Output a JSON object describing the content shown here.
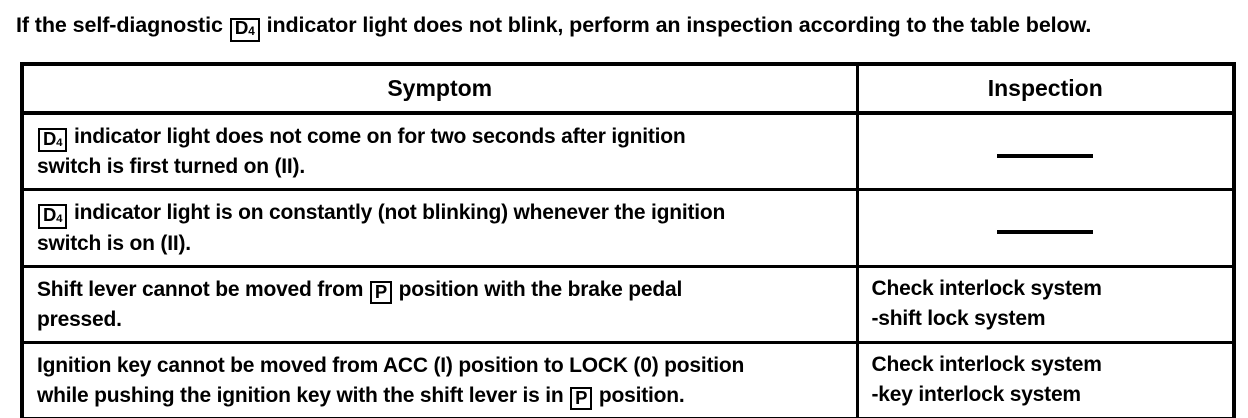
{
  "page": {
    "intro_parts": [
      {
        "t": "If the self-diagnostic "
      },
      {
        "icon": "d4"
      },
      {
        "t": " indicator light does not blink, perform an inspection according to the table below."
      }
    ]
  },
  "icons": {
    "d4": {
      "letter": "D",
      "sub": "4",
      "name": "d4-indicator-icon"
    },
    "p": {
      "letter": "P",
      "sub": "",
      "name": "p-position-icon"
    }
  },
  "table": {
    "header": {
      "symptom": "Symptom",
      "inspection": "Inspection"
    },
    "rows": [
      {
        "symptom_parts": [
          {
            "icon": "d4"
          },
          {
            "t": " indicator light does not come on for two seconds after ignition"
          },
          {
            "br": true
          },
          {
            "t": "switch is first turned on (II)."
          }
        ],
        "inspection": {
          "dash": true
        }
      },
      {
        "symptom_parts": [
          {
            "icon": "d4"
          },
          {
            "t": " indicator light is on constantly (not blinking) whenever the ignition"
          },
          {
            "br": true
          },
          {
            "t": "switch is on (II)."
          }
        ],
        "inspection": {
          "dash": true
        }
      },
      {
        "symptom_parts": [
          {
            "t": "Shift lever cannot be moved from "
          },
          {
            "icon": "p"
          },
          {
            "t": " position with the brake pedal"
          },
          {
            "br": true
          },
          {
            "t": "pressed."
          }
        ],
        "inspection": {
          "lines": [
            "Check interlock system",
            "-shift lock system"
          ]
        }
      },
      {
        "symptom_parts": [
          {
            "t": "Ignition key cannot be moved from ACC (I) position to LOCK (0) position"
          },
          {
            "br": true
          },
          {
            "t": "while pushing the ignition key with the shift lever is in "
          },
          {
            "icon": "p"
          },
          {
            "t": " position."
          }
        ],
        "inspection": {
          "lines": [
            "Check interlock system",
            "-key interlock system"
          ]
        }
      }
    ]
  }
}
